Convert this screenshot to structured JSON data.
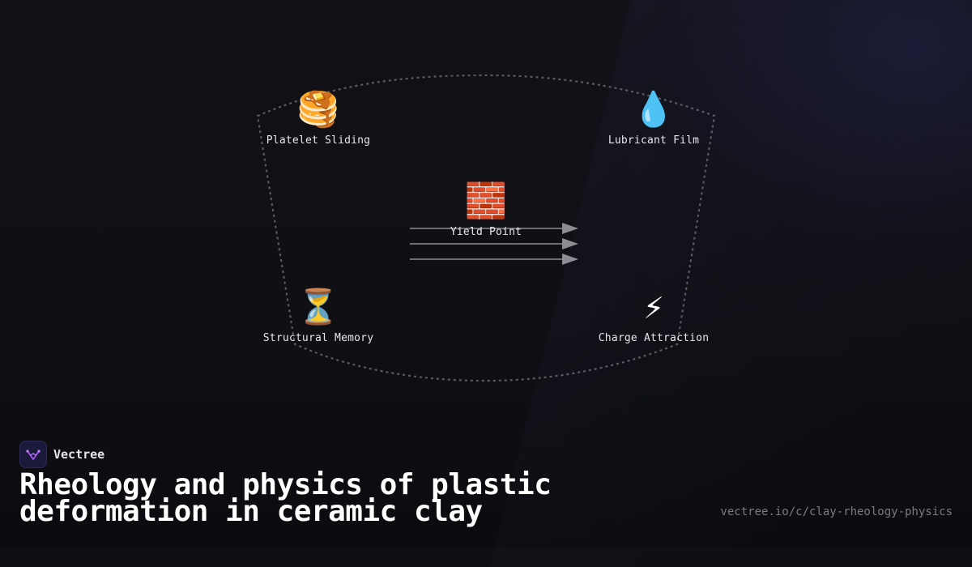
{
  "diagram": {
    "nodes": [
      {
        "id": "platelet-sliding",
        "icon": "pancakes-icon",
        "emoji": "🥞",
        "label": "Platelet Sliding"
      },
      {
        "id": "lubricant-film",
        "icon": "droplet-icon",
        "emoji": "💧",
        "label": "Lubricant Film"
      },
      {
        "id": "yield-point",
        "icon": "brick-icon",
        "emoji": "🧱",
        "label": "Yield Point"
      },
      {
        "id": "structural-memory",
        "icon": "hourglass-icon",
        "emoji": "⏳",
        "label": "Structural Memory"
      },
      {
        "id": "charge-attraction",
        "icon": "lightning-icon",
        "emoji": "⚡",
        "label": "Charge Attraction"
      }
    ],
    "colors": {
      "boundary": "#5a5a62",
      "arrows": "#8c8c92"
    }
  },
  "brand": {
    "name": "Vectree",
    "logo_icon": "vectree-logo-icon",
    "accent": "#a855f7"
  },
  "title": "Rheology and physics of plastic deformation in ceramic clay",
  "url": "vectree.io/c/clay-rheology-physics"
}
